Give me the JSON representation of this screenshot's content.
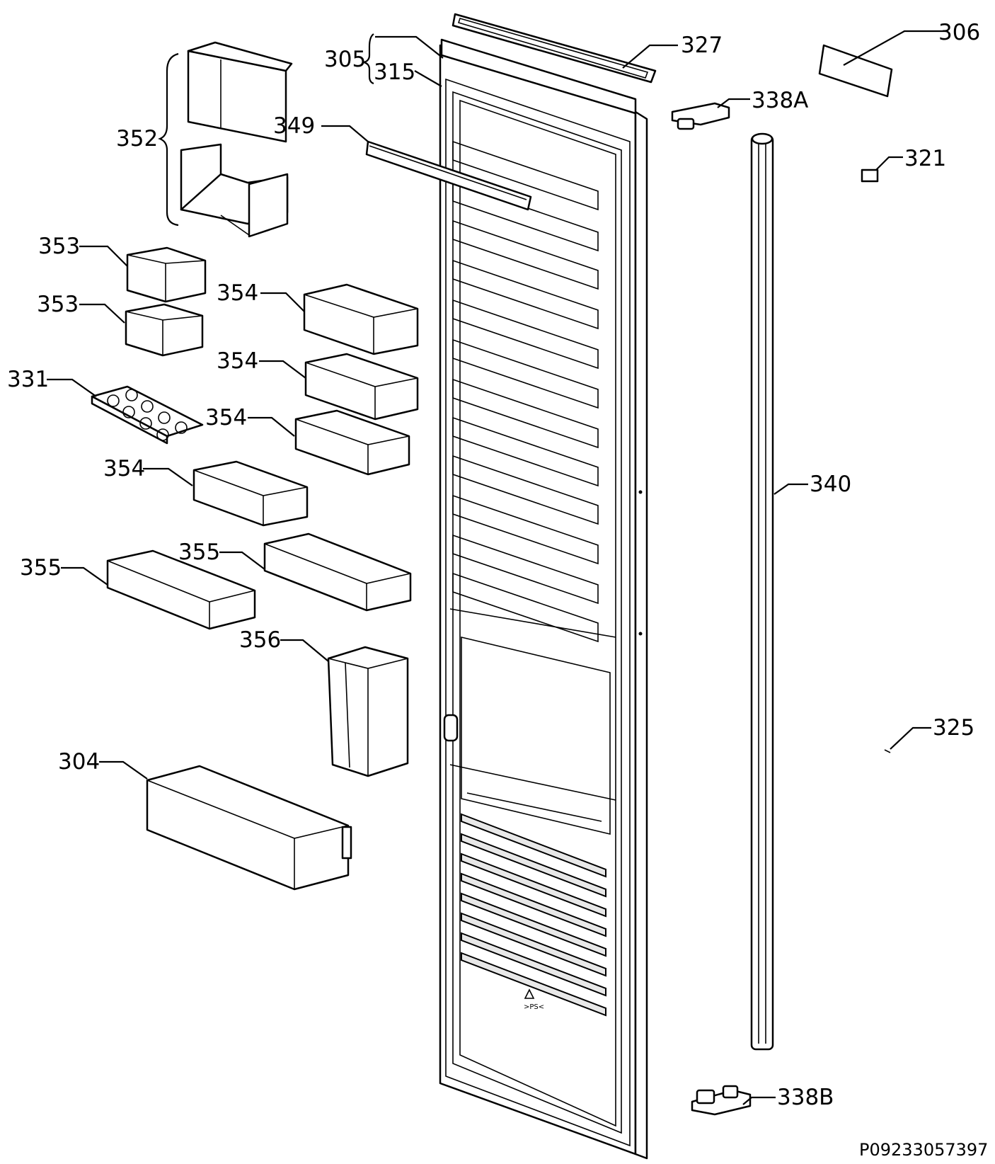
{
  "figure": {
    "document_code": "P09233057397"
  },
  "callouts": {
    "c305": "305",
    "c315": "315",
    "c327": "327",
    "c306": "306",
    "c338a": "338A",
    "c352": "352",
    "c349": "349",
    "c321": "321",
    "c353a": "353",
    "c353b": "353",
    "c354a": "354",
    "c354b": "354",
    "c354c": "354",
    "c354d": "354",
    "c331": "331",
    "c340": "340",
    "c355a": "355",
    "c355b": "355",
    "c356": "356",
    "c325": "325",
    "c304": "304",
    "c338b": "338B"
  }
}
